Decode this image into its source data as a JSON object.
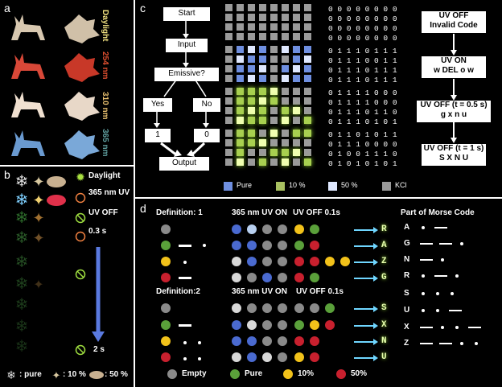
{
  "panel_a": {
    "label": "a",
    "rows": [
      "Daylight",
      "254 nm",
      "310 nm",
      "365 nm"
    ],
    "row_colors": [
      "#f0e080",
      "#e05030",
      "#e8c070",
      "#60a0a0"
    ]
  },
  "panel_b": {
    "label": "b",
    "legend": [
      {
        "icon": "sun-icon",
        "text": "Daylight"
      },
      {
        "icon": "smile-icon",
        "text": "365 nm UV"
      },
      {
        "icon": "no-icon",
        "text": "UV OFF"
      },
      {
        "icon": "smile-icon",
        "text": "0.3 s"
      },
      {
        "icon": "no-icon",
        "text": "2 s"
      }
    ],
    "bottom_legend": [
      ": pure",
      ": 10 %",
      ": 50 %"
    ]
  },
  "panel_c": {
    "label": "c",
    "flowchart": {
      "start": "Start",
      "input": "Input",
      "emissive": "Emissive?",
      "yes": "Yes",
      "no": "No",
      "one": "1",
      "zero": "0",
      "output": "Output"
    },
    "binary_rows": [
      "0 0 0 0 0 0 0 0",
      "0 0 0 0 0 0 0 0",
      "0 0 0 0 0 0 0 0",
      "0 0 0 0 0 0 0 0",
      "0 1 1 1 0 1 1 1",
      "0 1 1 1 0 0 1 1",
      "0 1 1 1 0 1 1 1",
      "0 1 1 1 0 1 1 1",
      "0 1 1 1 1 0 0 0",
      "0 1 1 1 1 0 0 0",
      "0 1 1 1 0 1 1 0",
      "0 1 1 1 0 1 0 1",
      "0 1 1 0 1 0 1 1",
      "0 1 1 1 0 0 0 0",
      "0 1 0 0 1 1 1 0",
      "0 1 0 1 0 1 0 1"
    ],
    "states": [
      {
        "title": "UV OFF",
        "sub": "Invalid Code"
      },
      {
        "title": "UV ON",
        "sub": "w DEL o w"
      },
      {
        "title": "UV OFF (t = 0.5 s)",
        "sub": "g x n u"
      },
      {
        "title": "UV OFF (t = 1 s)",
        "sub": "S X N U"
      }
    ],
    "legend": [
      {
        "label": "Pure",
        "color": "#6f8fe0"
      },
      {
        "label": "10 %",
        "color": "#a8c060"
      },
      {
        "label": "50 %",
        "color": "#dfe8ff"
      },
      {
        "label": "KCl",
        "color": "#9a9a9a"
      }
    ]
  },
  "panel_d": {
    "label": "d",
    "def1": {
      "title": "Definition: 1",
      "uv_on": "365 nm UV ON",
      "uv_off": "UV OFF  0.1s",
      "letters": [
        "R",
        "A",
        "Z",
        "G"
      ]
    },
    "def2": {
      "title": "Definition:2",
      "uv_on": "365 nm UV ON",
      "uv_off": "UV OFF  0.1s",
      "letters": [
        "S",
        "X",
        "N",
        "U"
      ]
    },
    "morse_title": "Part of Morse Code",
    "morse": [
      {
        "letter": "A",
        "code": ".-"
      },
      {
        "letter": "G",
        "code": "--."
      },
      {
        "letter": "N",
        "code": "-."
      },
      {
        "letter": "R",
        "code": ".-."
      },
      {
        "letter": "S",
        "code": "..."
      },
      {
        "letter": "U",
        "code": "..-"
      },
      {
        "letter": "X",
        "code": "-..-"
      },
      {
        "letter": "Z",
        "code": "--.."
      }
    ],
    "legend": [
      {
        "label": "Empty",
        "color": "#8a8a8a"
      },
      {
        "label": "Pure",
        "color": "#5aa03a"
      },
      {
        "label": "10%",
        "color": "#f2c21a"
      },
      {
        "label": "50%",
        "color": "#c8202e"
      }
    ]
  }
}
